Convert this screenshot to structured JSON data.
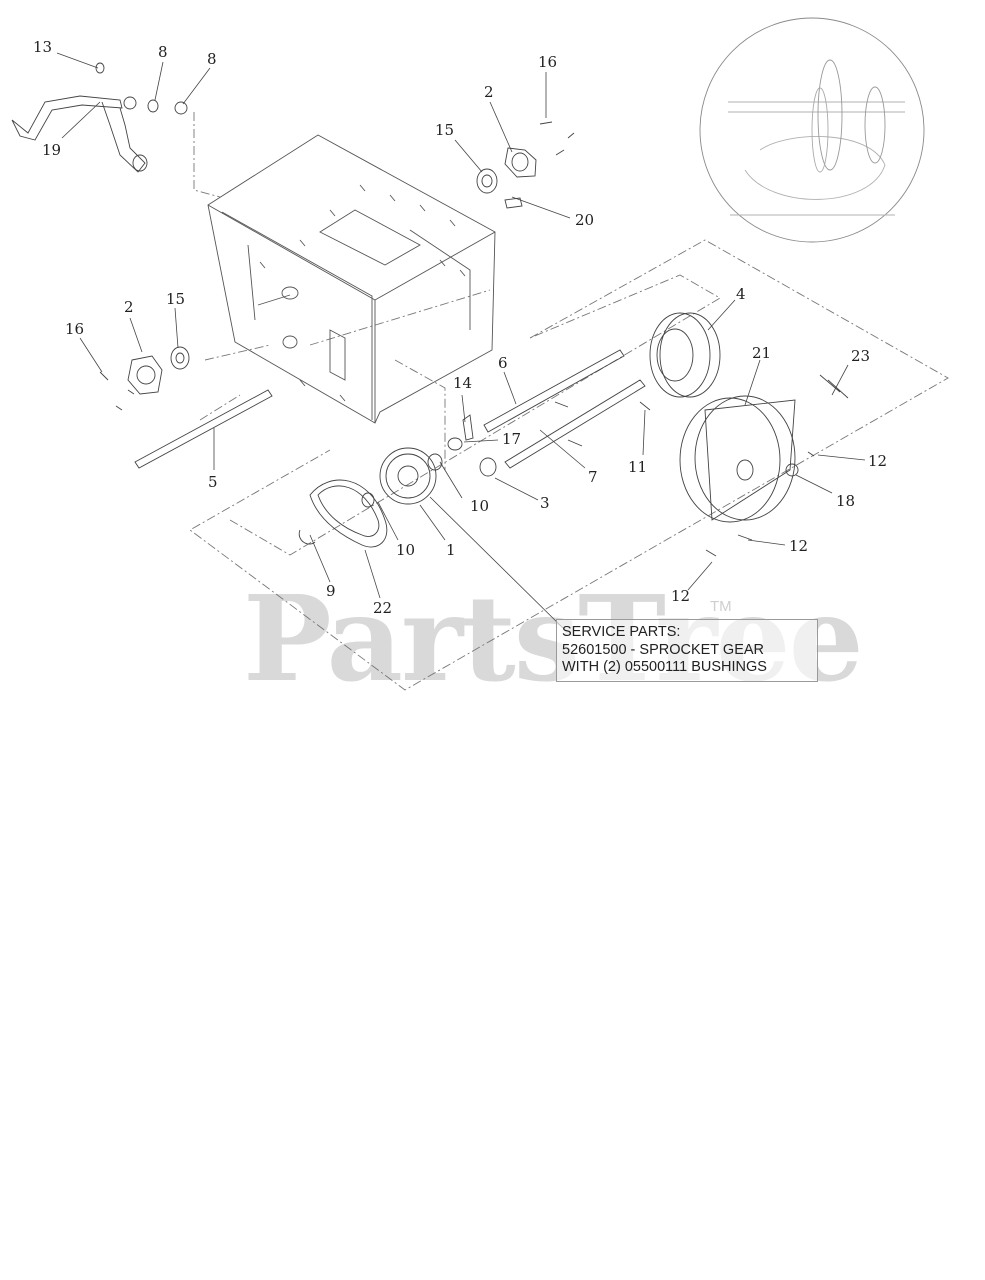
{
  "watermark": {
    "text": "PartsTree",
    "tm": "TM"
  },
  "service_box": {
    "line1": "SERVICE PARTS:",
    "line2": "52601500 - SPROCKET GEAR",
    "line3": "WITH (2) 05500111 BUSHINGS"
  },
  "callouts": [
    "13",
    "8",
    "8",
    "19",
    "16",
    "2",
    "15",
    "20",
    "2",
    "15",
    "16",
    "5",
    "14",
    "6",
    "17",
    "4",
    "21",
    "23",
    "10",
    "3",
    "7",
    "11",
    "12",
    "18",
    "10",
    "1",
    "9",
    "22",
    "12",
    "12"
  ]
}
